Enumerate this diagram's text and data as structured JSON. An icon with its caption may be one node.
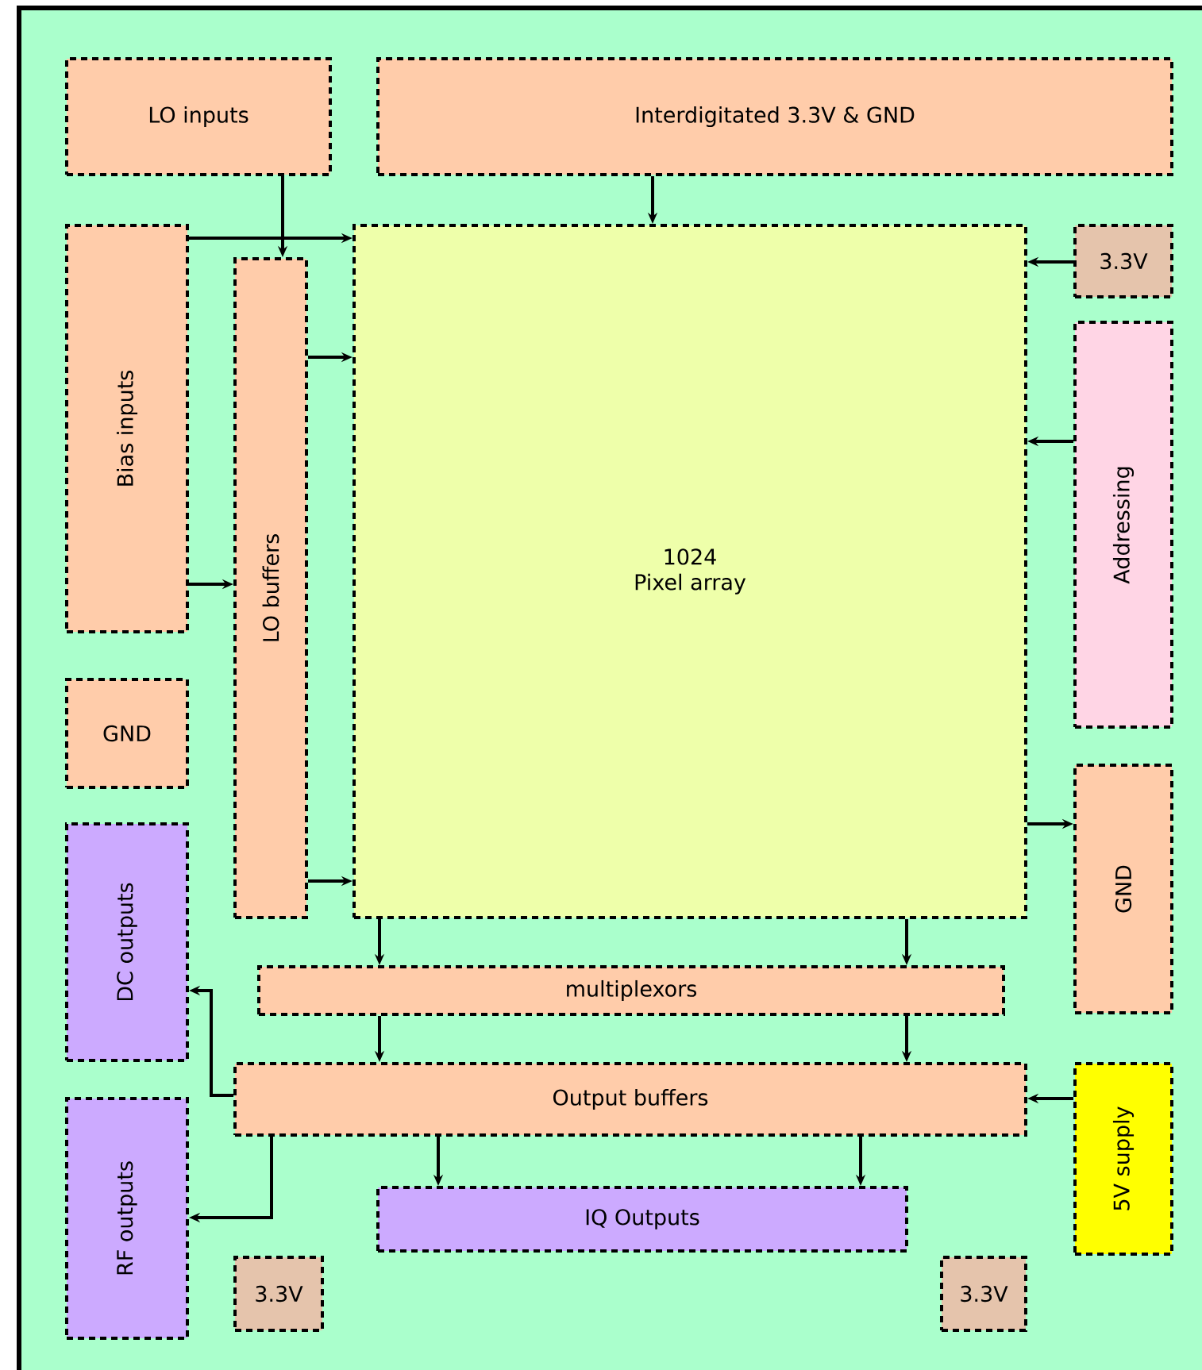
{
  "diagram": {
    "nodes": [
      {
        "text": [
          "LO inputs"
        ]
      },
      {
        "text": [
          "Interdigitated 3.3V & GND"
        ]
      },
      {
        "text": [
          "Bias inputs"
        ]
      },
      {
        "text": [
          "LO buffers"
        ]
      },
      {
        "text": [
          "1024",
          "Pixel array"
        ]
      },
      {
        "text": [
          "3.3V"
        ]
      },
      {
        "text": [
          "Addressing"
        ]
      },
      {
        "text": [
          "GND"
        ]
      },
      {
        "text": [
          "GND"
        ]
      },
      {
        "text": [
          "DC outputs"
        ]
      },
      {
        "text": [
          "multiplexors"
        ]
      },
      {
        "text": [
          "Output buffers"
        ]
      },
      {
        "text": [
          "5V supply"
        ]
      },
      {
        "text": [
          "RF outputs"
        ]
      },
      {
        "text": [
          "IQ Outputs"
        ]
      },
      {
        "text": [
          "3.3V"
        ]
      },
      {
        "text": [
          "3.3V"
        ]
      }
    ],
    "edges": [
      {
        "from": 0,
        "to": 3,
        "arrow": "to"
      },
      {
        "from": 1,
        "to": 4,
        "arrow": "to"
      },
      {
        "from": 2,
        "to": 4,
        "arrow": "to"
      },
      {
        "from": 2,
        "to": 3,
        "arrow": "to"
      },
      {
        "from": 3,
        "to": 4,
        "arrow": "to"
      },
      {
        "from": 3,
        "to": 4,
        "arrow": "to"
      },
      {
        "from": 5,
        "to": 4,
        "arrow": "to"
      },
      {
        "from": 6,
        "to": 4,
        "arrow": "to"
      },
      {
        "from": 4,
        "to": 8,
        "arrow": "to"
      },
      {
        "from": 4,
        "to": 10,
        "arrow": "to"
      },
      {
        "from": 4,
        "to": 10,
        "arrow": "to"
      },
      {
        "from": 10,
        "to": 11,
        "arrow": "to"
      },
      {
        "from": 10,
        "to": 11,
        "arrow": "to"
      },
      {
        "from": 11,
        "to": 9,
        "arrow": "to"
      },
      {
        "from": 11,
        "to": 13,
        "arrow": "to"
      },
      {
        "from": 11,
        "to": 14,
        "arrow": "to"
      },
      {
        "from": 11,
        "to": 14,
        "arrow": "to"
      },
      {
        "from": 12,
        "to": 11,
        "arrow": "to"
      }
    ]
  }
}
